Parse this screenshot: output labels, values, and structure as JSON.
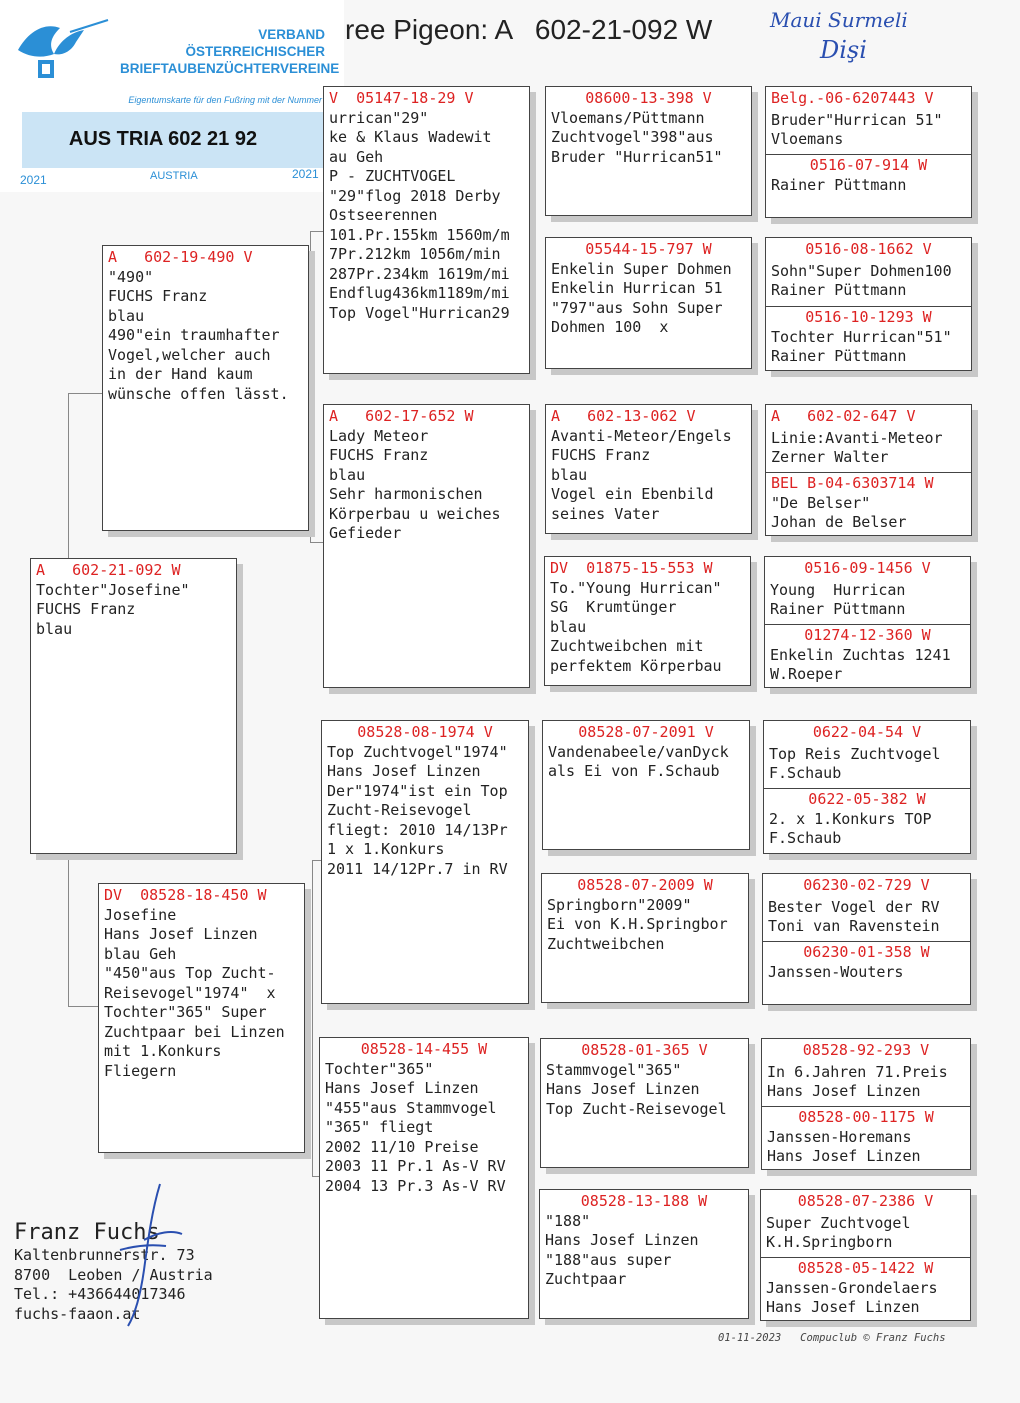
{
  "header": {
    "title": "ree Pigeon: A   602-21-092 W",
    "hand_line1": "Maui Surmeli",
    "hand_line2": "Dişi"
  },
  "card": {
    "association": [
      "VERBAND",
      "ÖSTERREICHISCHER",
      "BRIEFTAUBENZÜCHTERVEREINE"
    ],
    "ownership_note": "Eigentumskarte für den Fußring mit der Nummer",
    "ring_number": "AUS TRIA 602 21 92",
    "year_left": "2021",
    "country": "AUSTRIA",
    "year_right": "2021"
  },
  "pedigree": {
    "subject": {
      "ring": "A   602-21-092 W",
      "lines": [
        "Tochter\"Josefine\"",
        "FUCHS Franz",
        "blau"
      ]
    },
    "father": {
      "ring": "A   602-19-490 V",
      "lines": [
        "\"490\"",
        "FUCHS Franz",
        "blau",
        "490\"ein traumhafter",
        "Vogel,welcher auch",
        "in der Hand kaum",
        "wünsche offen lässt."
      ]
    },
    "mother": {
      "ring": "DV  08528-18-450 W",
      "lines": [
        "Josefine",
        "Hans Josef Linzen",
        "blau Geh",
        "\"450\"aus Top Zucht-",
        "Reisevogel\"1974\"  x",
        "Tochter\"365\" Super",
        "Zuchtpaar bei Linzen",
        "mit 1.Konkurs",
        "Fliegern"
      ]
    },
    "ff": {
      "ring": "V  05147-18-29 V",
      "lines": [
        "urrican\"29\"",
        "ke & Klaus Wadewit",
        "au Geh",
        "P - ZUCHTVOGEL",
        "\"29\"flog 2018 Derby",
        "Ostseerennen",
        "101.Pr.155km 1560m/m",
        "7Pr.212km 1056m/min",
        "287Pr.234km 1619m/mi",
        "Endflug436km1189m/mi",
        "Top Vogel\"Hurrican29"
      ]
    },
    "fm": {
      "ring": "A   602-17-652 W",
      "lines": [
        "Lady Meteor",
        "FUCHS Franz",
        "blau",
        "Sehr harmonischen",
        "Körperbau u weiches",
        "Gefieder"
      ]
    },
    "mf": {
      "ring": "08528-08-1974 V",
      "lines": [
        "Top Zuchtvogel\"1974\"",
        "Hans Josef Linzen",
        "",
        "Der\"1974\"ist ein Top",
        "Zucht-Reisevogel",
        "fliegt: 2010 14/13Pr",
        "1 x 1.Konkurs",
        "2011 14/12Pr.7 in RV"
      ]
    },
    "mm": {
      "ring": "08528-14-455 W",
      "lines": [
        "Tochter\"365\"",
        "Hans Josef Linzen",
        "",
        "\"455\"aus Stammvogel",
        "\"365\" fliegt",
        "2002 11/10 Preise",
        "2003 11 Pr.1 As-V RV",
        "2004 13 Pr.3 As-V RV"
      ]
    },
    "fff": {
      "ring": "08600-13-398 V",
      "lines": [
        "Vloemans/Püttmann",
        "",
        "",
        "Zuchtvogel\"398\"aus",
        "Bruder \"Hurrican51\""
      ]
    },
    "ffm": {
      "ring": "05544-15-797 W",
      "lines": [
        "Enkelin Super Dohmen",
        "Enkelin Hurrican 51",
        "",
        "\"797\"aus Sohn Super",
        "Dohmen 100  x"
      ]
    },
    "fmf": {
      "ring": "A   602-13-062 V",
      "lines": [
        "Avanti-Meteor/Engels",
        "FUCHS Franz",
        "blau",
        "Vogel ein Ebenbild",
        "seines Vater"
      ]
    },
    "fmm": {
      "ring": "DV  01875-15-553 W",
      "lines": [
        "To.\"Young Hurrican\"",
        "SG  Krumtünger",
        "blau",
        "Zuchtweibchen mit",
        "perfektem Körperbau"
      ]
    },
    "mff": {
      "ring": "08528-07-2091 V",
      "lines": [
        "Vandenabeele/vanDyck",
        "als Ei von F.Schaub"
      ]
    },
    "mfm": {
      "ring": "08528-07-2009 W",
      "lines": [
        "Springborn\"2009\"",
        "Ei von K.H.Springbor",
        "",
        "Zuchtweibchen"
      ]
    },
    "mmf": {
      "ring": "08528-01-365 V",
      "lines": [
        "Stammvogel\"365\"",
        "Hans Josef Linzen",
        "",
        "Top Zucht-Reisevogel"
      ]
    },
    "mmm": {
      "ring": "08528-13-188 W",
      "lines": [
        "\"188\"",
        "Hans Josef Linzen",
        "",
        "\"188\"aus super",
        "Zuchtpaar"
      ]
    },
    "g1": [
      {
        "ring": "Belg.-06-6207443 V",
        "lines": [
          "Bruder\"Hurrican 51\"",
          "Vloemans"
        ]
      },
      {
        "ring": "0516-07-914 W",
        "lines": [
          "",
          "Rainer Püttmann"
        ]
      }
    ],
    "g2": [
      {
        "ring": "0516-08-1662 V",
        "lines": [
          "Sohn\"Super Dohmen100",
          "Rainer Püttmann"
        ]
      },
      {
        "ring": "0516-10-1293 W",
        "lines": [
          "Tochter Hurrican\"51\"",
          "Rainer Püttmann"
        ]
      }
    ],
    "g3": [
      {
        "ring": "A   602-02-647 V",
        "lines": [
          "Linie:Avanti-Meteor",
          "Zerner Walter"
        ]
      },
      {
        "ring": "BEL B-04-6303714 W",
        "lines": [
          "\"De Belser\"",
          "Johan de Belser"
        ]
      }
    ],
    "g4": [
      {
        "ring": "0516-09-1456 V",
        "lines": [
          "Young  Hurrican",
          "Rainer Püttmann"
        ]
      },
      {
        "ring": "01274-12-360 W",
        "lines": [
          "Enkelin Zuchtas 1241",
          "W.Roeper"
        ]
      }
    ],
    "g5": [
      {
        "ring": "0622-04-54 V",
        "lines": [
          "Top Reis Zuchtvogel",
          "F.Schaub"
        ]
      },
      {
        "ring": "0622-05-382 W",
        "lines": [
          "2. x 1.Konkurs TOP",
          "F.Schaub"
        ]
      }
    ],
    "g6": [
      {
        "ring": "06230-02-729 V",
        "lines": [
          "Bester Vogel der RV",
          "Toni van Ravenstein"
        ]
      },
      {
        "ring": "06230-01-358 W",
        "lines": [
          "Janssen-Wouters"
        ]
      }
    ],
    "g7": [
      {
        "ring": "08528-92-293 V",
        "lines": [
          "In 6.Jahren 71.Preis",
          "Hans Josef Linzen"
        ]
      },
      {
        "ring": "08528-00-1175 W",
        "lines": [
          "Janssen-Horemans",
          "Hans Josef Linzen"
        ]
      }
    ],
    "g8": [
      {
        "ring": "08528-07-2386 V",
        "lines": [
          "Super Zuchtvogel",
          "K.H.Springborn"
        ]
      },
      {
        "ring": "08528-05-1422 W",
        "lines": [
          "Janssen-Grondelaers",
          "Hans Josef Linzen"
        ]
      }
    ]
  },
  "owner": {
    "name": "Franz Fuchs",
    "lines": [
      "Kaltenbrunnerstr. 73",
      "8700  Leoben / Austria",
      "Tel.: +436644017346",
      "fuchs-faaon.at"
    ]
  },
  "footer": "01-11-2023   Compuclub © Franz Fuchs",
  "colors": {
    "ring": "#dd2222",
    "card_blue": "#2b8fd6",
    "handwriting": "#2a4fb0"
  }
}
